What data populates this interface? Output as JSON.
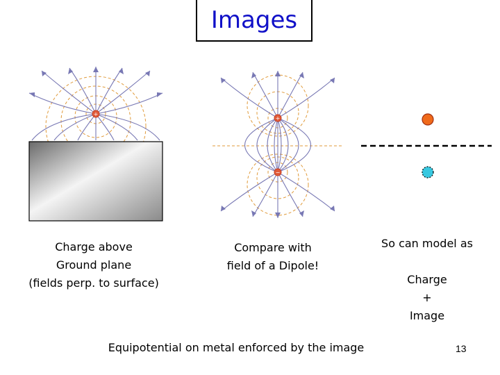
{
  "slide": {
    "title": "Images",
    "page_number": "13"
  },
  "figures": {
    "left_caption_lines": [
      "Charge above",
      "Ground plane",
      "(fields perp. to surface)"
    ],
    "middle_caption_lines": [
      "Compare with",
      "field of a Dipole!"
    ],
    "right_caption_top": "So can model as",
    "right_caption_lines": [
      "Charge",
      "+",
      "Image"
    ],
    "bottom_caption": "Equipotential on metal enforced by the image",
    "positive_symbol": "+",
    "negative_symbol": "−"
  },
  "colors": {
    "title": "#1010c8",
    "field_line": "#7878b4",
    "equipotential": "#e09a3a",
    "charge": "#e05a3a",
    "image_charge": "#38c8e0",
    "charge_outline": "#c84020"
  }
}
